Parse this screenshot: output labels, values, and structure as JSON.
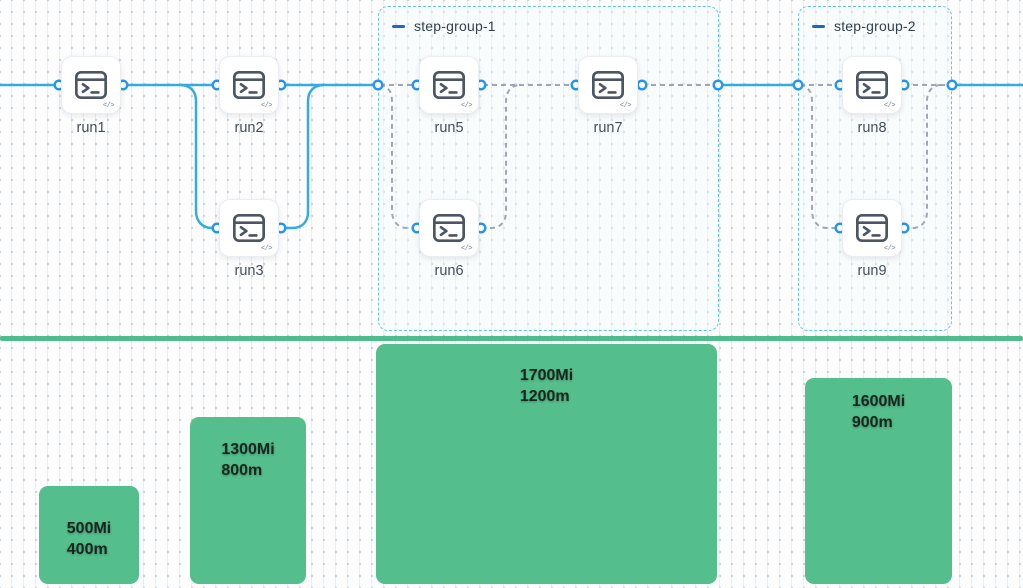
{
  "workflow": {
    "nodes": [
      {
        "id": "run1",
        "label": "run1"
      },
      {
        "id": "run2",
        "label": "run2"
      },
      {
        "id": "run3",
        "label": "run3"
      },
      {
        "id": "run5",
        "label": "run5"
      },
      {
        "id": "run6",
        "label": "run6"
      },
      {
        "id": "run7",
        "label": "run7"
      },
      {
        "id": "run8",
        "label": "run8"
      },
      {
        "id": "run9",
        "label": "run9"
      }
    ],
    "groups": [
      {
        "label": "step-group-1"
      },
      {
        "label": "step-group-2"
      }
    ],
    "node_badge": "</>"
  },
  "chart_data": {
    "type": "bar",
    "title": "",
    "xlabel": "",
    "ylabel": "",
    "legend": false,
    "bars": [
      {
        "memory": "500Mi",
        "cpu": "400m",
        "memory_mi": 500,
        "cpu_m": 400
      },
      {
        "memory": "1300Mi",
        "cpu": "800m",
        "memory_mi": 1300,
        "cpu_m": 800
      },
      {
        "memory": "1700Mi",
        "cpu": "1200m",
        "memory_mi": 1700,
        "cpu_m": 1200
      },
      {
        "memory": "1600Mi",
        "cpu": "900m",
        "memory_mi": 1600,
        "cpu_m": 900
      }
    ],
    "layout_hint": "bars aligned under workflow columns: run1, run2/run3, step-group-1, step-group-2"
  },
  "colors": {
    "link_blue": "#35abe4",
    "port_blue": "#2196f3",
    "dashed_link_gray": "#a0a7b4",
    "group_border_blue": "#62c2ee",
    "collapse_icon_blue": "#2166c6",
    "bar_green": "#55be8d",
    "divider_green": "#4fbc8b",
    "node_icon_slate": "#4b5563"
  }
}
